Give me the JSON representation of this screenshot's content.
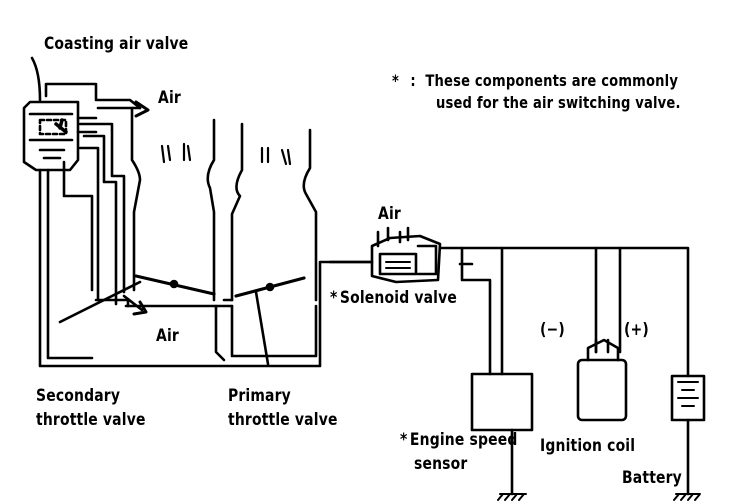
{
  "labels": {
    "coasting_air_valve": "Coasting air valve",
    "air_top": "Air",
    "air_solenoid": "Air",
    "air_bottom": "Air",
    "solenoid_valve": "Solenoid valve",
    "secondary_throttle_1": "Secondary",
    "secondary_throttle_2": "throttle valve",
    "primary_throttle_1": "Primary",
    "primary_throttle_2": "throttle valve",
    "engine_speed_1": "Engine speed",
    "engine_speed_2": "sensor",
    "ignition_coil": "Ignition coil",
    "battery": "Battery",
    "minus": "(−)",
    "plus": "(+)"
  },
  "note": {
    "marker": "*",
    "separator": ":",
    "line1": "These components are commonly",
    "line2": "used for the air switching valve."
  },
  "markers": {
    "solenoid": "*",
    "engine_speed": "*"
  },
  "colors": {
    "line": "#000000",
    "background": "#ffffff"
  }
}
